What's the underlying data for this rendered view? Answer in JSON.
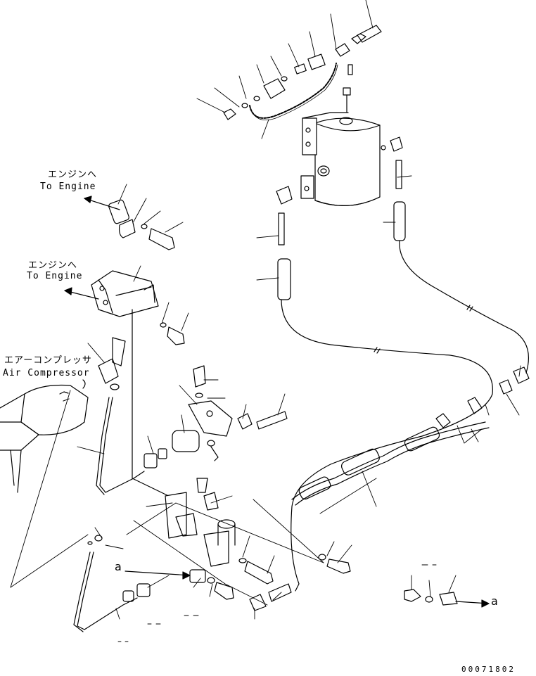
{
  "labels": {
    "engine_1_jp": "エンジンへ",
    "engine_1_en": "To Engine",
    "engine_2_jp": "エンジンへ",
    "engine_2_en": "To Engine",
    "compressor_jp": "エアーコンプレッサ",
    "compressor_en": "Air Compressor",
    "ref_a_left": "a",
    "ref_a_right": "a",
    "drawing_number": "00071802"
  },
  "colors": {
    "line": "#000000",
    "background": "#ffffff"
  }
}
